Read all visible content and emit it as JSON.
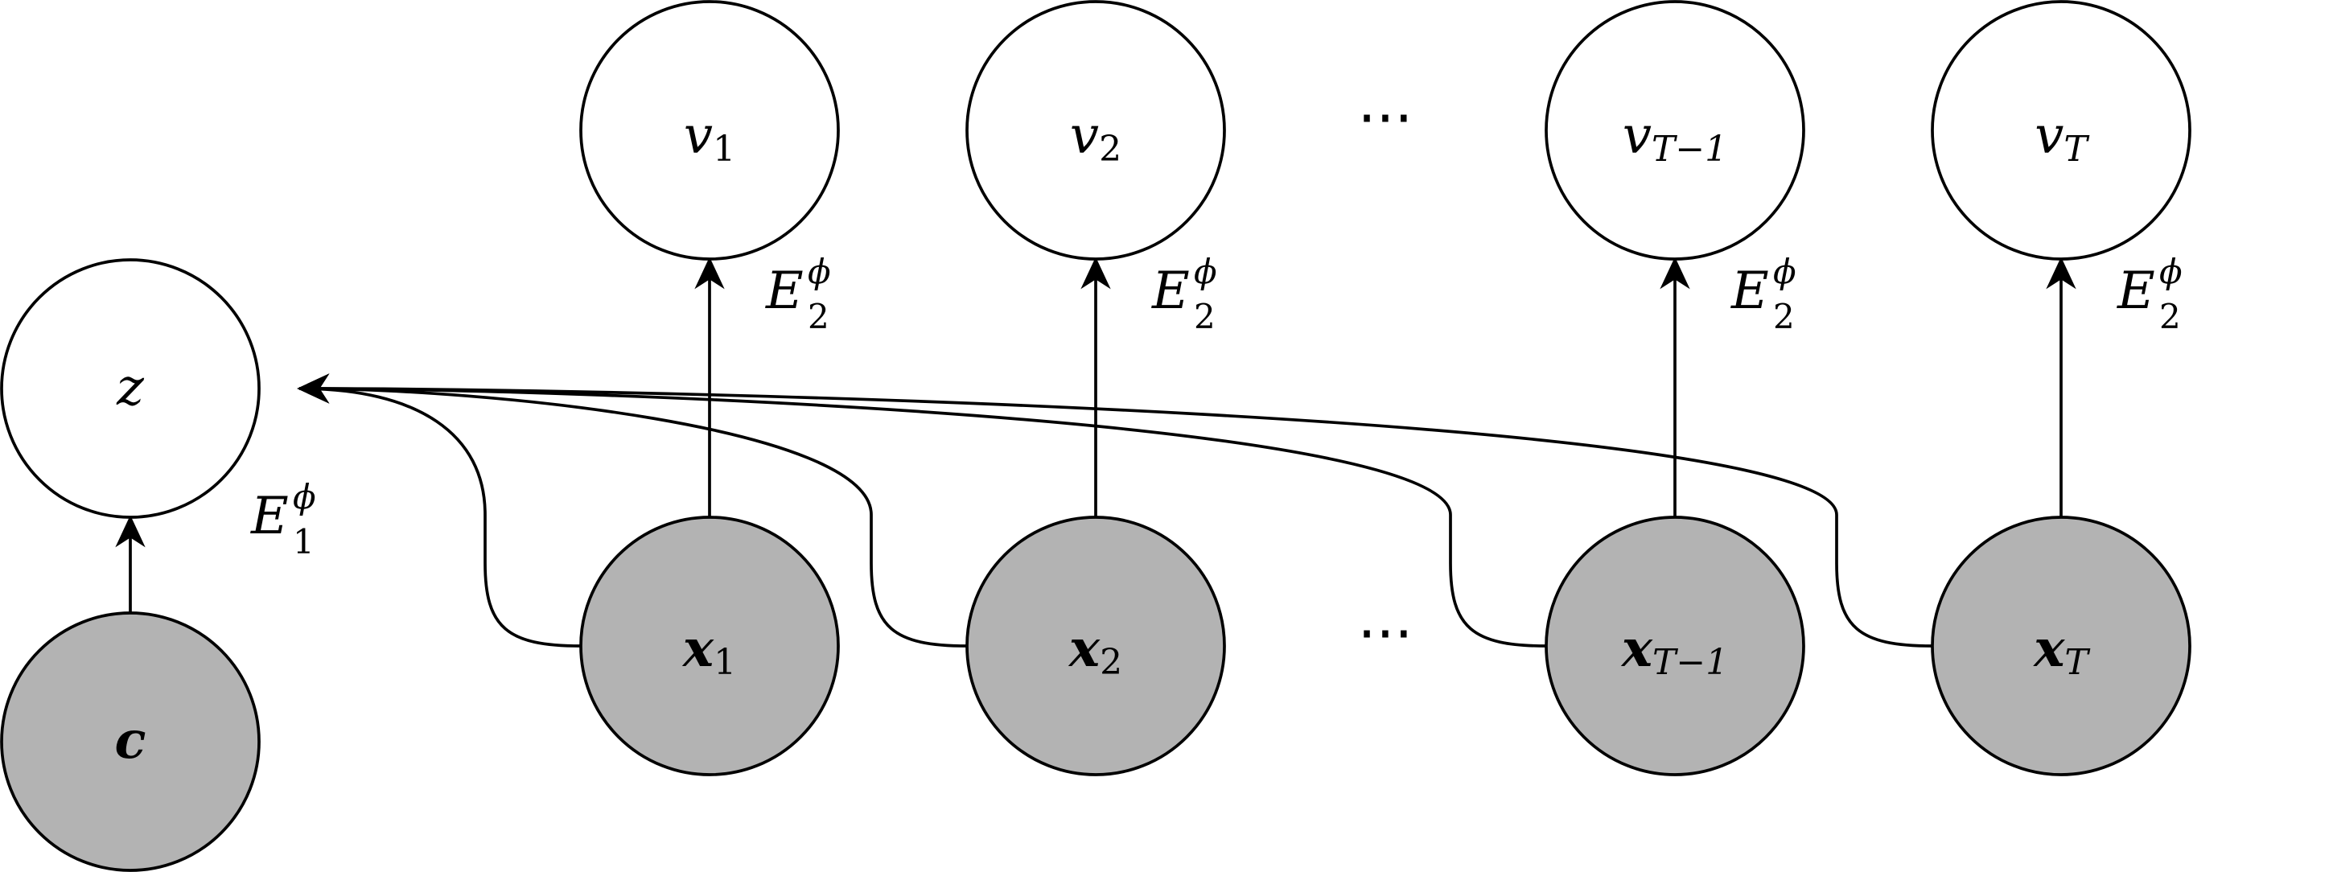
{
  "colors": {
    "observed_fill": "#b3b3b3",
    "latent_fill": "#ffffff",
    "stroke": "#000000"
  },
  "nodes": {
    "z": {
      "base": "z",
      "sub": ""
    },
    "c": {
      "base": "c",
      "sub": ""
    },
    "v1": {
      "base": "v",
      "sub": "1"
    },
    "v2": {
      "base": "v",
      "sub": "2"
    },
    "vT1": {
      "base": "v",
      "sub": "T−1"
    },
    "vT": {
      "base": "v",
      "sub": "T"
    },
    "x1": {
      "base": "x",
      "sub": "1"
    },
    "x2": {
      "base": "x",
      "sub": "2"
    },
    "xT1": {
      "base": "x",
      "sub": "T−1"
    },
    "xT": {
      "base": "x",
      "sub": "T"
    }
  },
  "ellipsis": "···",
  "edge_labels": {
    "e1": {
      "base": "E",
      "sub": "1",
      "sup": "ϕ"
    },
    "e2": {
      "base": "E",
      "sub": "2",
      "sup": "ϕ"
    }
  }
}
